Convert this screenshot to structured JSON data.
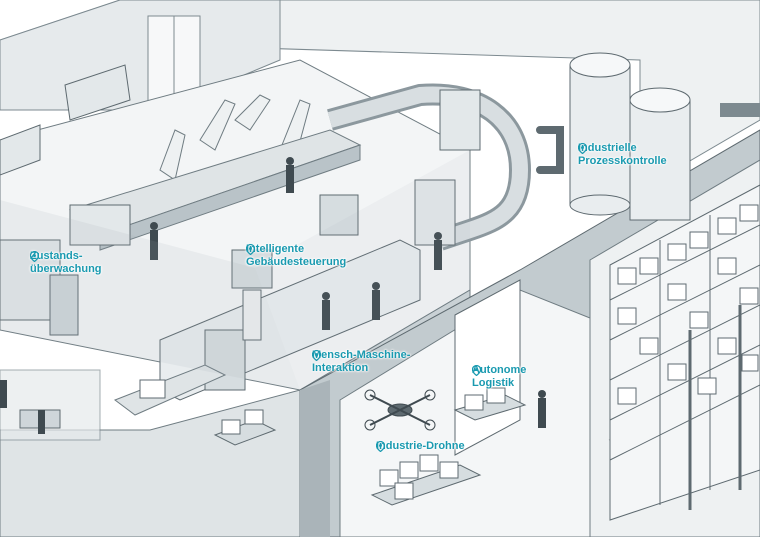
{
  "accent_color": "#1a9ab0",
  "icon": "location-pin-icon",
  "labels": [
    {
      "id": "prozesskontrolle",
      "lines": [
        "Industrielle",
        "Prozesskontrolle"
      ]
    },
    {
      "id": "zustandsueberwachung",
      "lines": [
        "Zustands-",
        "überwachung"
      ]
    },
    {
      "id": "gebaeudesteuerung",
      "lines": [
        "Intelligente",
        "Gebäudesteuerung"
      ]
    },
    {
      "id": "mensch-maschine",
      "lines": [
        "Mensch-Maschine-",
        "Interaktion"
      ]
    },
    {
      "id": "logistik",
      "lines": [
        "Autonome",
        "Logistik"
      ]
    },
    {
      "id": "drohne",
      "lines": [
        "Industrie-Drohne"
      ]
    }
  ]
}
